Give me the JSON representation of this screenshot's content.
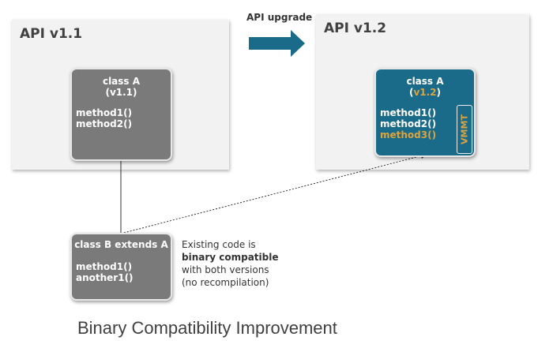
{
  "upgrade_label": "API upgrade",
  "left": {
    "title": "API v1.1",
    "class_name": "class A",
    "version": "(v1.1)",
    "methods": [
      "method1()",
      "method2()"
    ]
  },
  "right": {
    "title": "API v1.2",
    "class_name": "class A",
    "version_open": "(",
    "version": "v1.2",
    "version_close": ")",
    "methods": [
      "method1()",
      "method2()",
      "method3()"
    ],
    "vmmt": "VMMT"
  },
  "classB": {
    "title": "class B extends A",
    "methods": [
      "method1()",
      "another1()"
    ]
  },
  "note": {
    "line1": "Existing code is",
    "line2": "binary compatible",
    "line3": "with both versions",
    "line4": "(no recompilation)"
  },
  "caption": "Binary Compatibility Improvement",
  "colors": {
    "gray_box": "#7a7a7a",
    "blue_box": "#1a6a8a",
    "accent": "#d9a441"
  }
}
